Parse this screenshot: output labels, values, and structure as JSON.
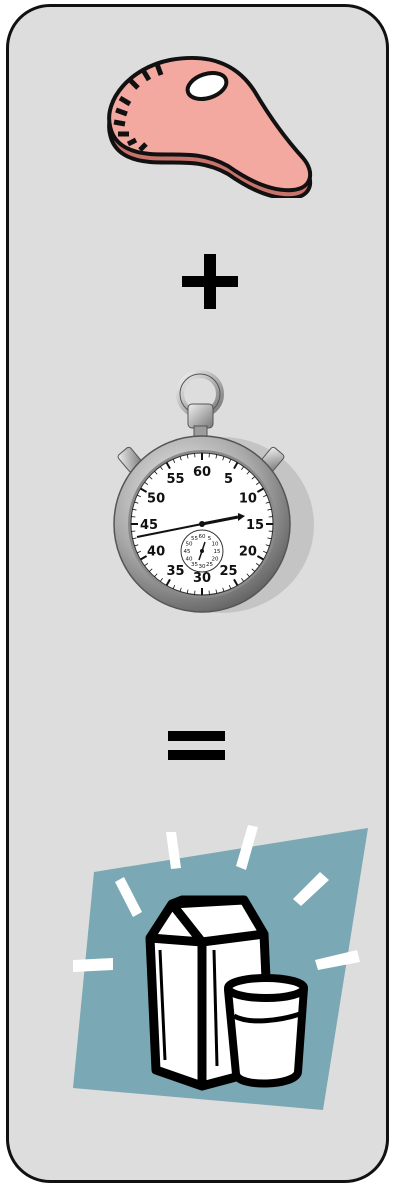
{
  "equation": {
    "operator_plus": "+",
    "operator_equals": "=",
    "items": [
      {
        "icon": "meat-steak-icon"
      },
      {
        "icon": "stopwatch-icon"
      },
      {
        "icon": "milk-carton-glass-icon"
      }
    ]
  },
  "stopwatch": {
    "outer_dial_labels": [
      "60",
      "5",
      "10",
      "15",
      "20",
      "25",
      "30",
      "35",
      "40",
      "45",
      "50",
      "55"
    ],
    "inner_dial_labels": [
      "60",
      "5",
      "10",
      "15",
      "20",
      "25",
      "30",
      "35",
      "40",
      "45",
      "50",
      "55"
    ]
  },
  "colors": {
    "card_background": "#dddddd",
    "meat": "#f3a9a0",
    "milk_backdrop": "#7aa8b4"
  }
}
